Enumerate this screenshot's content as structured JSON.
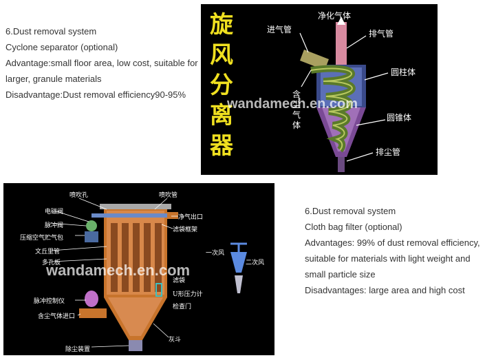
{
  "top_text": {
    "heading": "6.Dust removal system",
    "product": "Cyclone separator (optional)",
    "advantage": "Advantage:small floor area, low cost, suitable for larger, granule materials",
    "disadvantage": "Disadvantage:Dust removal efficiency90-95%"
  },
  "bottom_text": {
    "heading": "6.Dust removal system",
    "product": "Cloth bag filter (optional)",
    "advantages": "Advantages: 99% of dust removal efficiency, suitable for materials with light weight and small particle size",
    "disadvantages": "Disadvantages: large area and high cost"
  },
  "cyclone": {
    "title": "旋风分离器",
    "labels": {
      "clean_gas": "净化气体",
      "inlet_pipe": "进气管",
      "exhaust_pipe": "排气管",
      "cylinder": "圆柱体",
      "dusty_gas": "含尘气体",
      "cone": "圆锥体",
      "dust_pipe": "排尘管"
    },
    "watermark": "wandamech.en.com"
  },
  "baghouse": {
    "labels": {
      "blow_hole": "喷吹孔",
      "blow_pipe": "喷吹管",
      "solenoid_valve": "电磁阀",
      "clean_gas_outlet": "净气出口",
      "pulse_valve": "脉冲阀",
      "filter_bag_frame": "滤袋框架",
      "air_tank": "压缩空气贮气包",
      "venturi": "文丘里管",
      "orifice_plate": "多孔板",
      "primary_air": "一次风",
      "secondary_air": "二次风",
      "filter_bag": "滤袋",
      "u_manometer": "U形压力计",
      "pulse_controller": "脉冲控制仪",
      "inspection_door": "检查门",
      "dusty_gas_inlet": "含尘气体进口",
      "ash_hopper": "灰斗",
      "dust_unloader": "除尘装置"
    },
    "watermark": "wandamech.en.com"
  },
  "colors": {
    "diagram_bg": "#000000",
    "title_yellow": "#f0e020",
    "body_text": "#333333",
    "shell_orange": "#c8742c",
    "spiral_green": "#5a7a2a",
    "cone_purple": "#8a55a0"
  }
}
